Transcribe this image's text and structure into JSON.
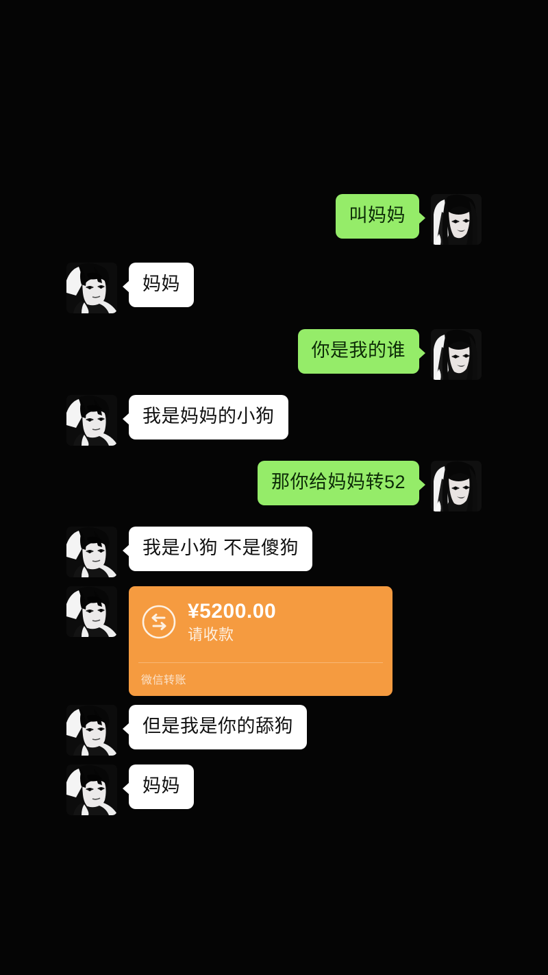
{
  "screen": {
    "background_color": "#000000",
    "app_name": "WeChat Chat"
  },
  "theme": {
    "incoming_bubble_color": "#FFFFFF",
    "incoming_text_color": "#111111",
    "outgoing_bubble_color": "#95EC69",
    "outgoing_text_color": "#0C2B07",
    "transfer_card_color": "#F59B40",
    "transfer_text_color": "#FFFFFF"
  },
  "participants": {
    "self": {
      "avatar_name": "avatar-female-anime",
      "avatar_description": "monochrome anime girl with long dark hair"
    },
    "other": {
      "avatar_name": "avatar-male-anime",
      "avatar_description": "monochrome anime boy with dark messy hair"
    }
  },
  "messages": [
    {
      "id": 0,
      "side": "right",
      "type": "text",
      "text": "叫妈妈"
    },
    {
      "id": 1,
      "side": "left",
      "type": "text",
      "text": "妈妈"
    },
    {
      "id": 2,
      "side": "right",
      "type": "text",
      "text": "你是我的谁"
    },
    {
      "id": 3,
      "side": "left",
      "type": "text",
      "text": "我是妈妈的小狗"
    },
    {
      "id": 4,
      "side": "right",
      "type": "text",
      "text": "那你给妈妈转52"
    },
    {
      "id": 5,
      "side": "left",
      "type": "text",
      "text": "我是小狗 不是傻狗"
    },
    {
      "id": 6,
      "side": "left",
      "type": "transfer",
      "icon_name": "transfer-arrows-icon",
      "amount": "¥5200.00",
      "status": "请收款",
      "footer": "微信转账"
    },
    {
      "id": 7,
      "side": "left",
      "type": "text",
      "text": "但是我是你的舔狗"
    },
    {
      "id": 8,
      "side": "left",
      "type": "text",
      "text": "妈妈"
    }
  ]
}
